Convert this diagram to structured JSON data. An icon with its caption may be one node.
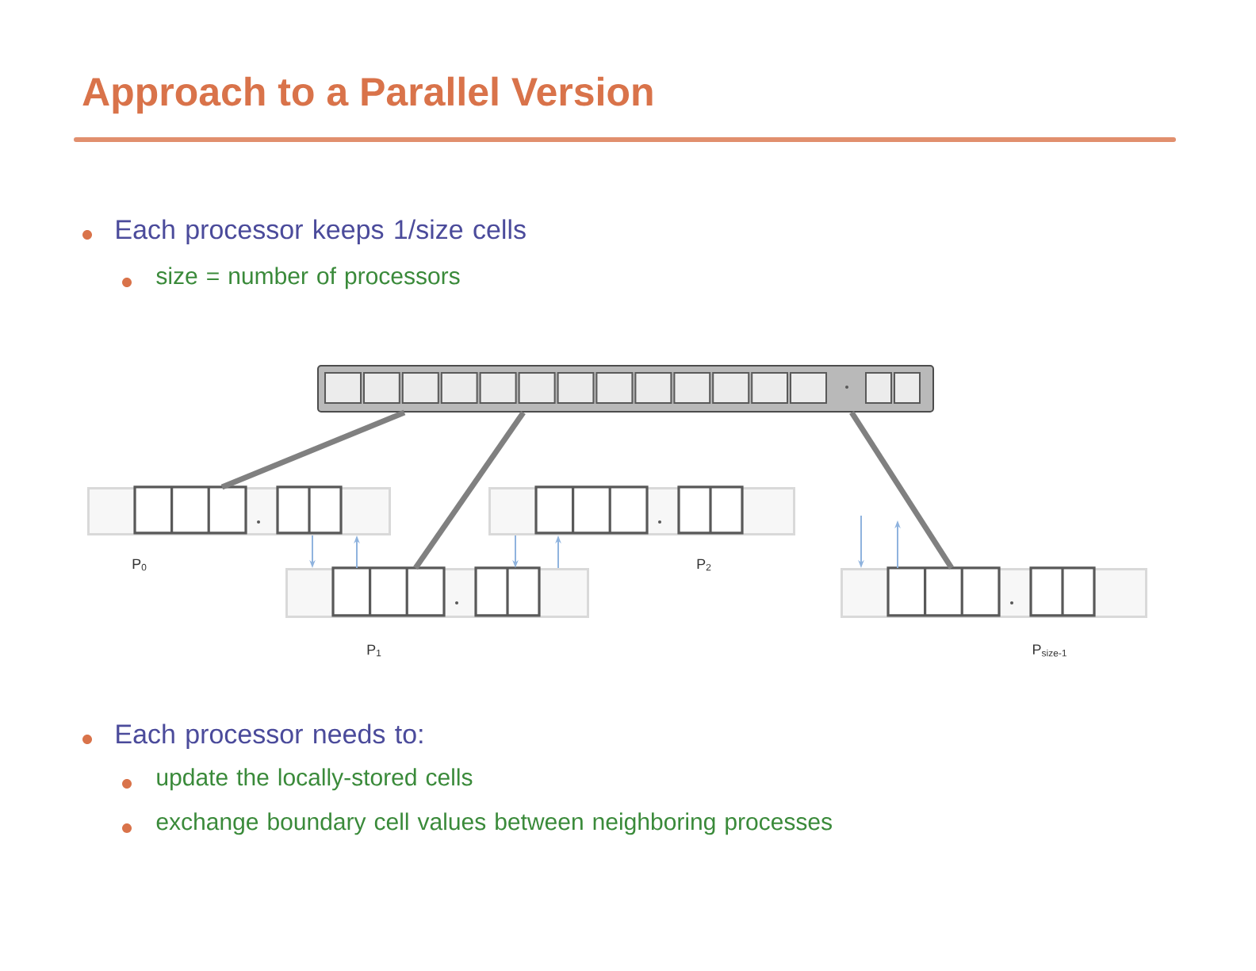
{
  "diagram": {
    "title": "Approach to a Parallel Version",
    "nodes": [
      {
        "text": [],
        "shape": "box"
      },
      {
        "text": [],
        "shape": "box",
        "beside": [
          "P$_{0}$"
        ]
      },
      {
        "text": [],
        "shape": "box",
        "beside": [
          "P$_{1}$"
        ]
      },
      {
        "text": [],
        "shape": "box",
        "beside": [
          "P$_{2}$"
        ]
      },
      {
        "text": [],
        "shape": "box",
        "beside": [
          "P$_{size-1}$"
        ]
      }
    ],
    "edges": [
      {
        "from": 0,
        "to": 1,
        "arrow": "none",
        "style": "thick",
        "color": "#808080"
      },
      {
        "from": 0,
        "to": 2,
        "arrow": "none",
        "style": "thick",
        "color": "#808080"
      },
      {
        "from": 0,
        "to": 4,
        "arrow": "none",
        "style": "thick",
        "color": "#808080"
      },
      {
        "from": 1,
        "to": 2,
        "arrow": "to"
      },
      {
        "from": 2,
        "to": 1,
        "arrow": "to"
      },
      {
        "from": 3,
        "to": 2,
        "arrow": "to"
      },
      {
        "from": 2,
        "to": 3,
        "arrow": "to"
      },
      {
        "from": null,
        "to": 4,
        "arrow": "to"
      },
      {
        "from": 4,
        "to": null,
        "arrow": "to"
      }
    ],
    "labels": [
      "Each processor keeps 1/size cells",
      "size = number of processors",
      "Each processor needs to:",
      "update the locally-stored cells",
      "exchange boundary cell values between neighboring processes"
    ]
  }
}
